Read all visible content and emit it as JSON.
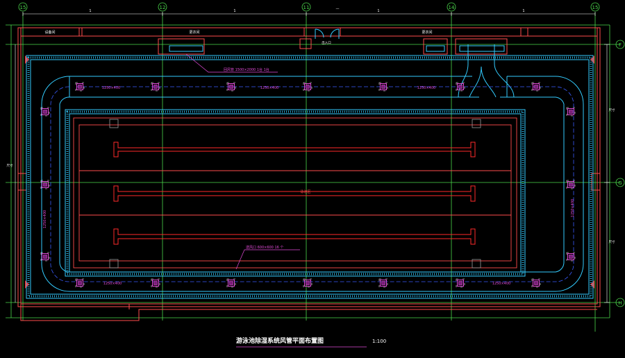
{
  "drawing": {
    "title": "游泳池除湿系统风管平面布置图",
    "scale": "1:100",
    "axes_top": [
      "15",
      "12",
      "11",
      "14",
      "15"
    ],
    "axes_right": [
      "F",
      "G",
      "H"
    ],
    "labels": {
      "pool_center": "泳池区",
      "room_top_left": "设备间",
      "room_top_mid": "更衣间",
      "room_top_right": "更衣间",
      "door_center": "出入口",
      "left_vertical_dim": "尺寸",
      "right_vertical_dim": "尺寸",
      "right_vertical_dim_lower": "尺寸"
    },
    "duct_labels": {
      "top_left": "1250×400",
      "top_mid": "1250×400",
      "top_right": "1250×400",
      "bottom_left": "1250×400",
      "bottom_right": "1250×400",
      "left_side": "1250×400",
      "right_side": "1250×400"
    },
    "annotations": {
      "top_leader": "回风管 1500×2000 1台 1台",
      "bottom_leader": "送风口 600×600 16 个"
    },
    "colors": {
      "background": "#000000",
      "wall": "#ff4d4d",
      "duct": "#33ccff",
      "air_outlet": "#e24bd9",
      "axis": "#4cd94c",
      "dimension": "#ffffff",
      "pool_lane": "#ff2a2a"
    }
  }
}
